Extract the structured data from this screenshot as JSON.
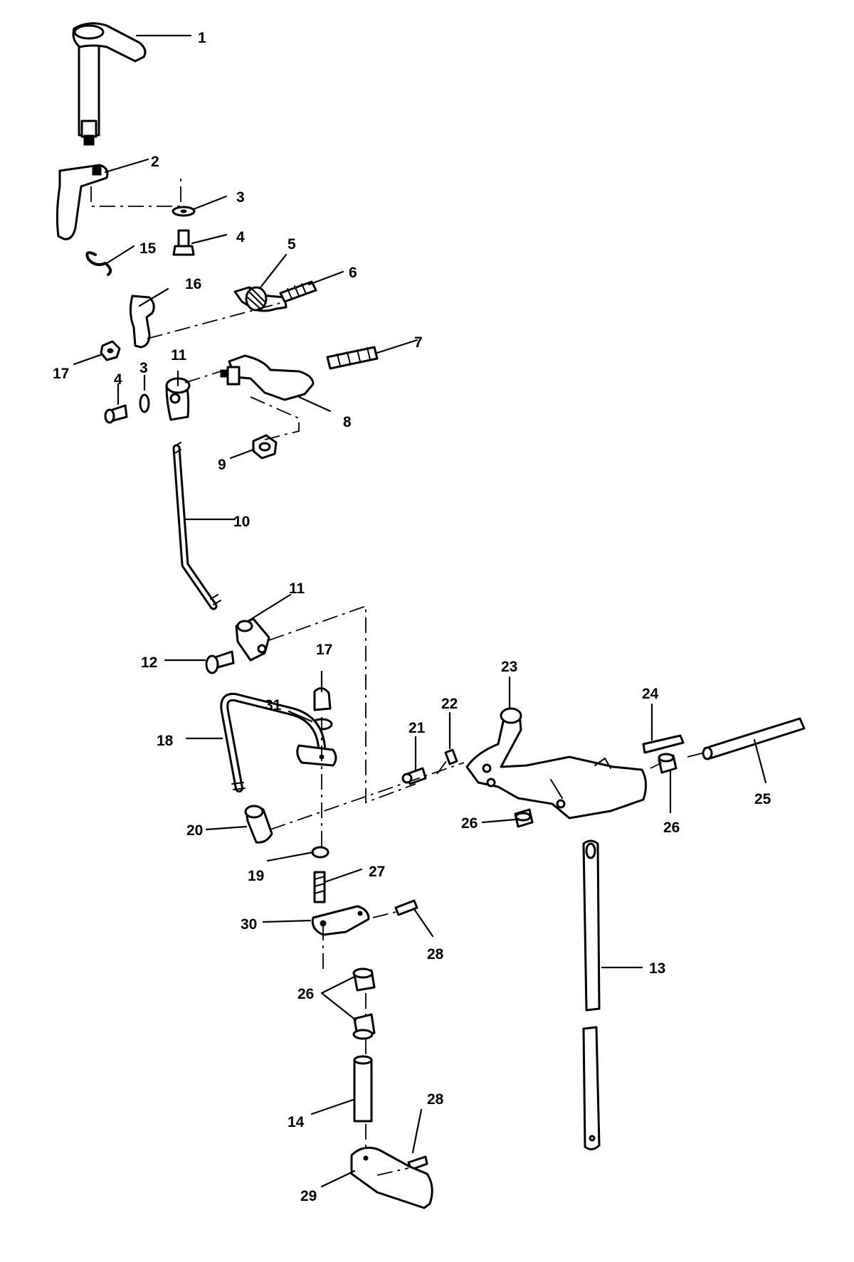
{
  "callouts": {
    "c1": "1",
    "c2": "2",
    "c3a": "3",
    "c4a": "4",
    "c5": "5",
    "c6": "6",
    "c15": "15",
    "c16": "16",
    "c17a": "17",
    "c11a": "11",
    "c4b": "4",
    "c3b": "3",
    "c7": "7",
    "c8": "8",
    "c9": "9",
    "c10": "10",
    "c11b": "11",
    "c12": "12",
    "c17b": "17",
    "c31": "31",
    "c18": "18",
    "c20": "20",
    "c19": "19",
    "c27": "27",
    "c30": "30",
    "c28a": "28",
    "c26a": "26",
    "c14": "14",
    "c28b": "28",
    "c29": "29",
    "c21": "21",
    "c22": "22",
    "c23": "23",
    "c24": "24",
    "c25": "25",
    "c26b": "26",
    "c26c": "26",
    "c13": "13"
  }
}
